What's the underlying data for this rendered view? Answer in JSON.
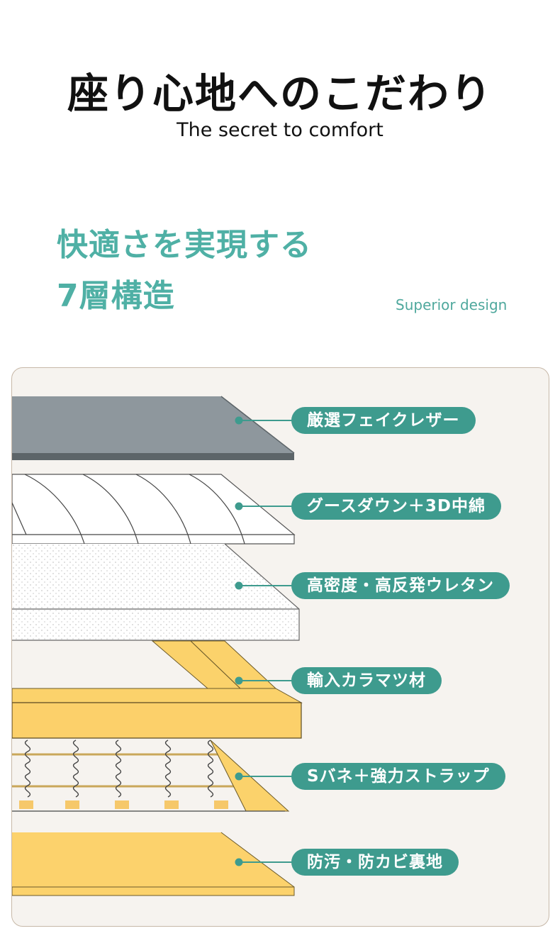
{
  "header": {
    "title": "座り心地へのこだわり",
    "subtitle": "The secret to comfort"
  },
  "intro": {
    "line1": "快適さを実現する",
    "line2": "7層構造",
    "english": "Superior design"
  },
  "layers": [
    {
      "label": "厳選フェイクレザー"
    },
    {
      "label": "グースダウン＋3D中綿"
    },
    {
      "label": "高密度・高反発ウレタン"
    },
    {
      "label": "輸入カラマツ材"
    },
    {
      "label": "Sバネ＋強力ストラップ"
    },
    {
      "label": "防汚・防カビ裏地"
    }
  ],
  "colors": {
    "accent": "#4fb0a5",
    "label_bg": "#3e9b8e",
    "leather": "#8e979d",
    "wood": "#fbd26b",
    "panel_bg": "#f6f3ef"
  }
}
